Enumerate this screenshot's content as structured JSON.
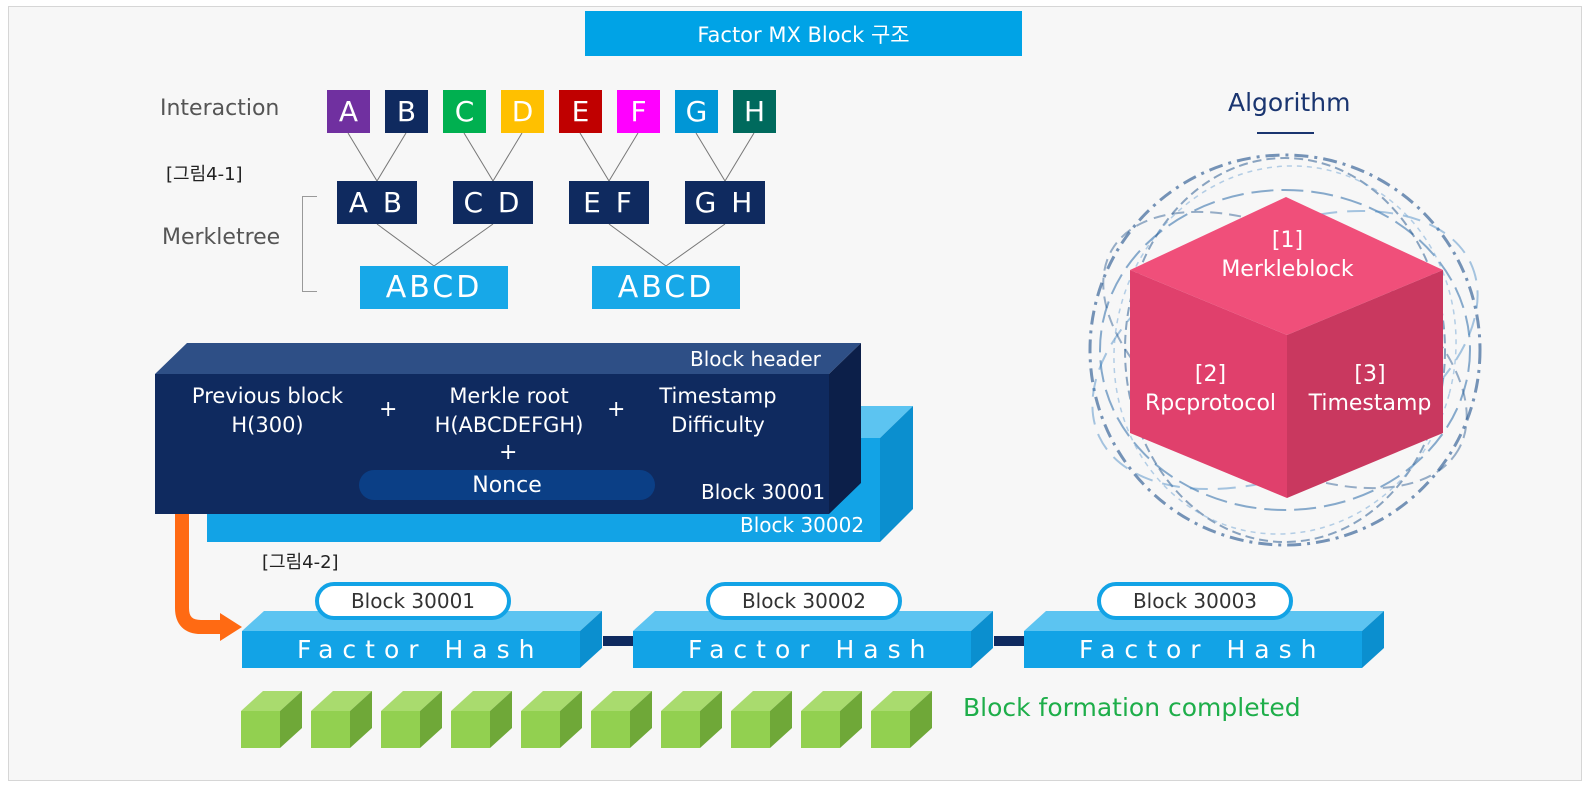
{
  "title": "Factor MX Block 구조",
  "labels": {
    "interaction": "Interaction",
    "fig1": "[그림4-1]",
    "merkletree": "Merkletree",
    "fig2": "[그림4-2]"
  },
  "leaves": [
    {
      "label": "A",
      "color": "#7030a0"
    },
    {
      "label": "B",
      "color": "#0f2a5f"
    },
    {
      "label": "C",
      "color": "#00b050"
    },
    {
      "label": "D",
      "color": "#ffc000"
    },
    {
      "label": "E",
      "color": "#c00000"
    },
    {
      "label": "F",
      "color": "#ff00ff"
    },
    {
      "label": "G",
      "color": "#0096d6"
    },
    {
      "label": "H",
      "color": "#006a5d"
    }
  ],
  "pairs": [
    "A B",
    "C D",
    "E F",
    "G H"
  ],
  "roots": [
    "ABCD",
    "ABCD"
  ],
  "block_header": {
    "title": "Block header",
    "previous": "Previous block",
    "previous_hash": "H(300)",
    "merkle_root": "Merkle root",
    "merkle_hash": "H(ABCDEFGH)",
    "timestamp": "Timestamp",
    "difficulty": "Difficulty",
    "plus": "+",
    "nonce": "Nonce",
    "front_block": "Block 30001",
    "back_block": "Block 30002"
  },
  "chain": [
    {
      "block": "Block 30001",
      "hash": "Factor Hash"
    },
    {
      "block": "Block 30002",
      "hash": "Factor Hash"
    },
    {
      "block": "Block 30003",
      "hash": "Factor Hash"
    }
  ],
  "completed_count": 10,
  "completed_label": "Block formation completed",
  "algorithm": {
    "title": "Algorithm",
    "top": {
      "num": "[1]",
      "name": "Merkleblock"
    },
    "left": {
      "num": "[2]",
      "name": "Rpcprotocol"
    },
    "right": {
      "num": "[3]",
      "name": "Timestamp"
    }
  },
  "colors": {
    "accent": "#00a3e6",
    "navy": "#0f2a5f",
    "green": "#92d050",
    "orange": "#ff6a13",
    "cube": "#f04c78"
  }
}
